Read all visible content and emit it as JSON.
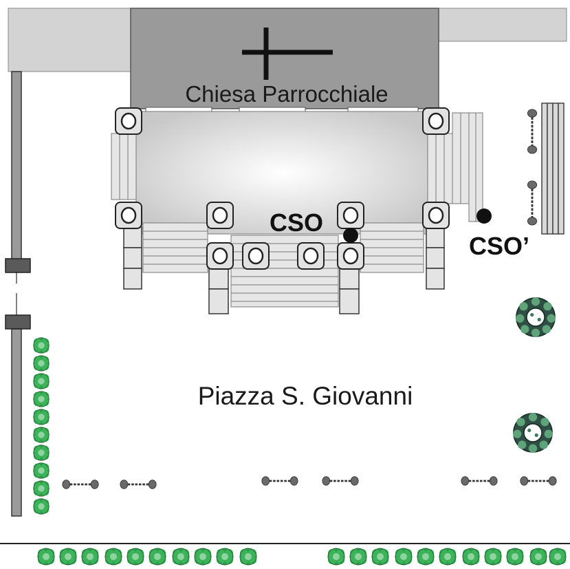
{
  "map": {
    "church_label": "Chiesa Parrocchiale",
    "piazza_label": "Piazza S. Giovanni",
    "markers": [
      {
        "label": "CSO"
      },
      {
        "label": "CSO’"
      }
    ]
  },
  "colors": {
    "church_roof": "#9a9a9a",
    "building_gray": "#d0d0d0",
    "hedge_green": "#2e9a4a",
    "tree_dark": "#2f4f45",
    "bollard": "#5a5a5a",
    "marker": "#111111"
  }
}
